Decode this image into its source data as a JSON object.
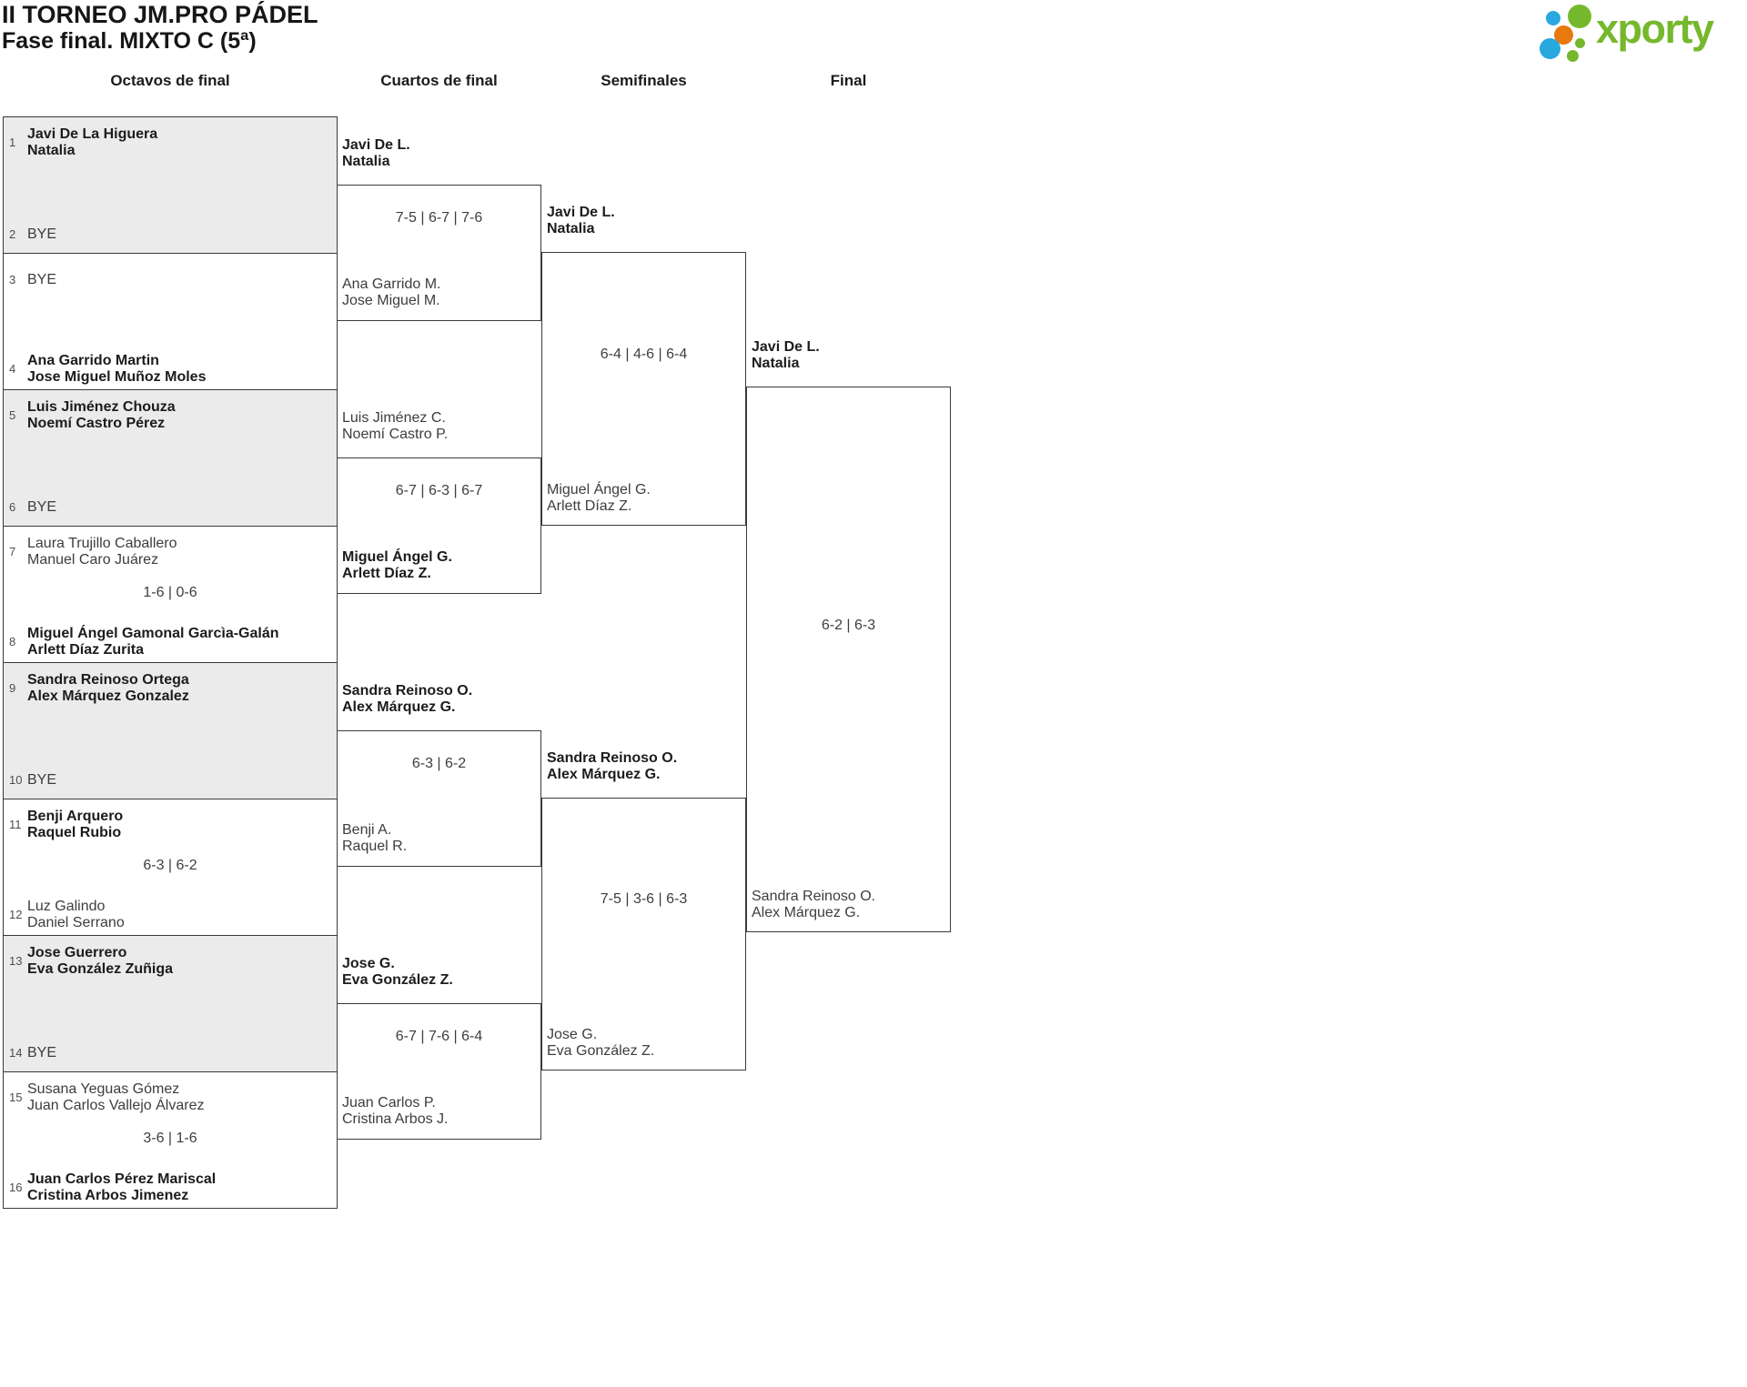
{
  "page": {
    "title_line1": "II TORNEO JM.PRO PÁDEL",
    "title_line2": "Fase final. MIXTO C (5ª)"
  },
  "logo": {
    "text": "xporty"
  },
  "colors": {
    "brand_green": "#76b82d",
    "brand_blue": "#29a8e0",
    "brand_orange": "#e8790e",
    "shaded_box": "#ebebeb",
    "line": "#3a3a3a"
  },
  "rounds": {
    "r16": "Octavos de final",
    "qf": "Cuartos de final",
    "sf": "Semifinales",
    "f": "Final"
  },
  "octavos": [
    {
      "seed_top": "1",
      "top1": "Javi De La Higuera",
      "top2": "Natalia",
      "seed_bottom": "2",
      "bottom1": "BYE",
      "bottom2": "",
      "score": ""
    },
    {
      "seed_top": "3",
      "top1": "BYE",
      "top2": "",
      "seed_bottom": "4",
      "bottom1": "Ana Garrido Martin",
      "bottom2": "Jose Miguel Muñoz Moles",
      "score": ""
    },
    {
      "seed_top": "5",
      "top1": "Luis Jiménez Chouza",
      "top2": "Noemí Castro Pérez",
      "seed_bottom": "6",
      "bottom1": "BYE",
      "bottom2": "",
      "score": ""
    },
    {
      "seed_top": "7",
      "top1": "Laura Trujillo Caballero",
      "top2": "Manuel Caro Juárez",
      "seed_bottom": "8",
      "bottom1": "Miguel Ángel Gamonal Garcìa-Galán",
      "bottom2": "Arlett Díaz Zurita",
      "score": "1-6 | 0-6"
    },
    {
      "seed_top": "9",
      "top1": "Sandra Reinoso Ortega",
      "top2": "Alex Márquez Gonzalez",
      "seed_bottom": "10",
      "bottom1": "BYE",
      "bottom2": "",
      "score": ""
    },
    {
      "seed_top": "11",
      "top1": "Benji Arquero",
      "top2": "Raquel Rubio",
      "seed_bottom": "12",
      "bottom1": "Luz Galindo",
      "bottom2": "Daniel Serrano",
      "score": "6-3 | 6-2"
    },
    {
      "seed_top": "13",
      "top1": "Jose Guerrero",
      "top2": "Eva González Zuñiga",
      "seed_bottom": "14",
      "bottom1": "BYE",
      "bottom2": "",
      "score": ""
    },
    {
      "seed_top": "15",
      "top1": "Susana Yeguas Gómez",
      "top2": "Juan Carlos Vallejo Álvarez",
      "seed_bottom": "16",
      "bottom1": "Juan Carlos Pérez Mariscal",
      "bottom2": "Cristina Arbos Jimenez",
      "score": "3-6 | 1-6"
    }
  ],
  "cuartos": [
    {
      "top1": "Javi De L.",
      "top2": "Natalia",
      "bottom1": "Ana Garrido M.",
      "bottom2": "Jose Miguel M.",
      "score": "7-5 | 6-7 | 7-6"
    },
    {
      "top1": "Luis Jiménez C.",
      "top2": "Noemí Castro P.",
      "bottom1": "Miguel Ángel G.",
      "bottom2": "Arlett Díaz Z.",
      "score": "6-7 | 6-3 | 6-7"
    },
    {
      "top1": "Sandra Reinoso O.",
      "top2": "Alex Márquez G.",
      "bottom1": "Benji A.",
      "bottom2": "Raquel R.",
      "score": "6-3 | 6-2"
    },
    {
      "top1": "Jose G.",
      "top2": "Eva González Z.",
      "bottom1": "Juan Carlos P.",
      "bottom2": "Cristina Arbos J.",
      "score": "6-7 | 7-6 | 6-4"
    }
  ],
  "semifinales": [
    {
      "top1": "Javi De L.",
      "top2": "Natalia",
      "bottom1": "Miguel Ángel G.",
      "bottom2": "Arlett Díaz Z.",
      "score": "6-4 | 4-6 | 6-4"
    },
    {
      "top1": "Sandra Reinoso O.",
      "top2": "Alex Márquez G.",
      "bottom1": "Jose G.",
      "bottom2": "Eva González Z.",
      "score": "7-5 | 3-6 | 6-3"
    }
  ],
  "final": {
    "top1": "Javi De L.",
    "top2": "Natalia",
    "bottom1": "Sandra Reinoso O.",
    "bottom2": "Alex Márquez G.",
    "score": "6-2 | 6-3"
  }
}
